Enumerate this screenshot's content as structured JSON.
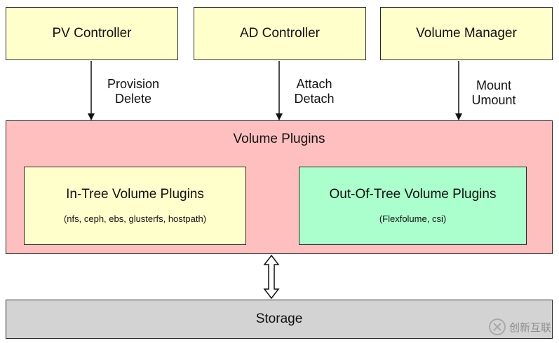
{
  "controllers": {
    "pv": {
      "label": "PV Controller",
      "action1": "Provision",
      "action2": "Delete"
    },
    "ad": {
      "label": "AD Controller",
      "action1": "Attach",
      "action2": "Detach"
    },
    "vm": {
      "label": "Volume Manager",
      "action1": "Mount",
      "action2": "Umount"
    }
  },
  "volume_plugins": {
    "title": "Volume Plugins",
    "in_tree": {
      "title": "In-Tree Volume Plugins",
      "examples": "(nfs, ceph, ebs, glusterfs, hostpath)"
    },
    "out_of_tree": {
      "title": "Out-Of-Tree Volume Plugins",
      "examples": "(Flexfolume, csi)"
    }
  },
  "storage": {
    "label": "Storage"
  },
  "watermark": {
    "text": "创新互联",
    "icon": "chuangxin-logo-icon"
  },
  "colors": {
    "controller_fill": "#ffffcc",
    "plugins_fill": "#ffbfbf",
    "in_tree_fill": "#ffffcc",
    "out_of_tree_fill": "#aaffcc",
    "storage_fill": "#d3d3d3"
  }
}
